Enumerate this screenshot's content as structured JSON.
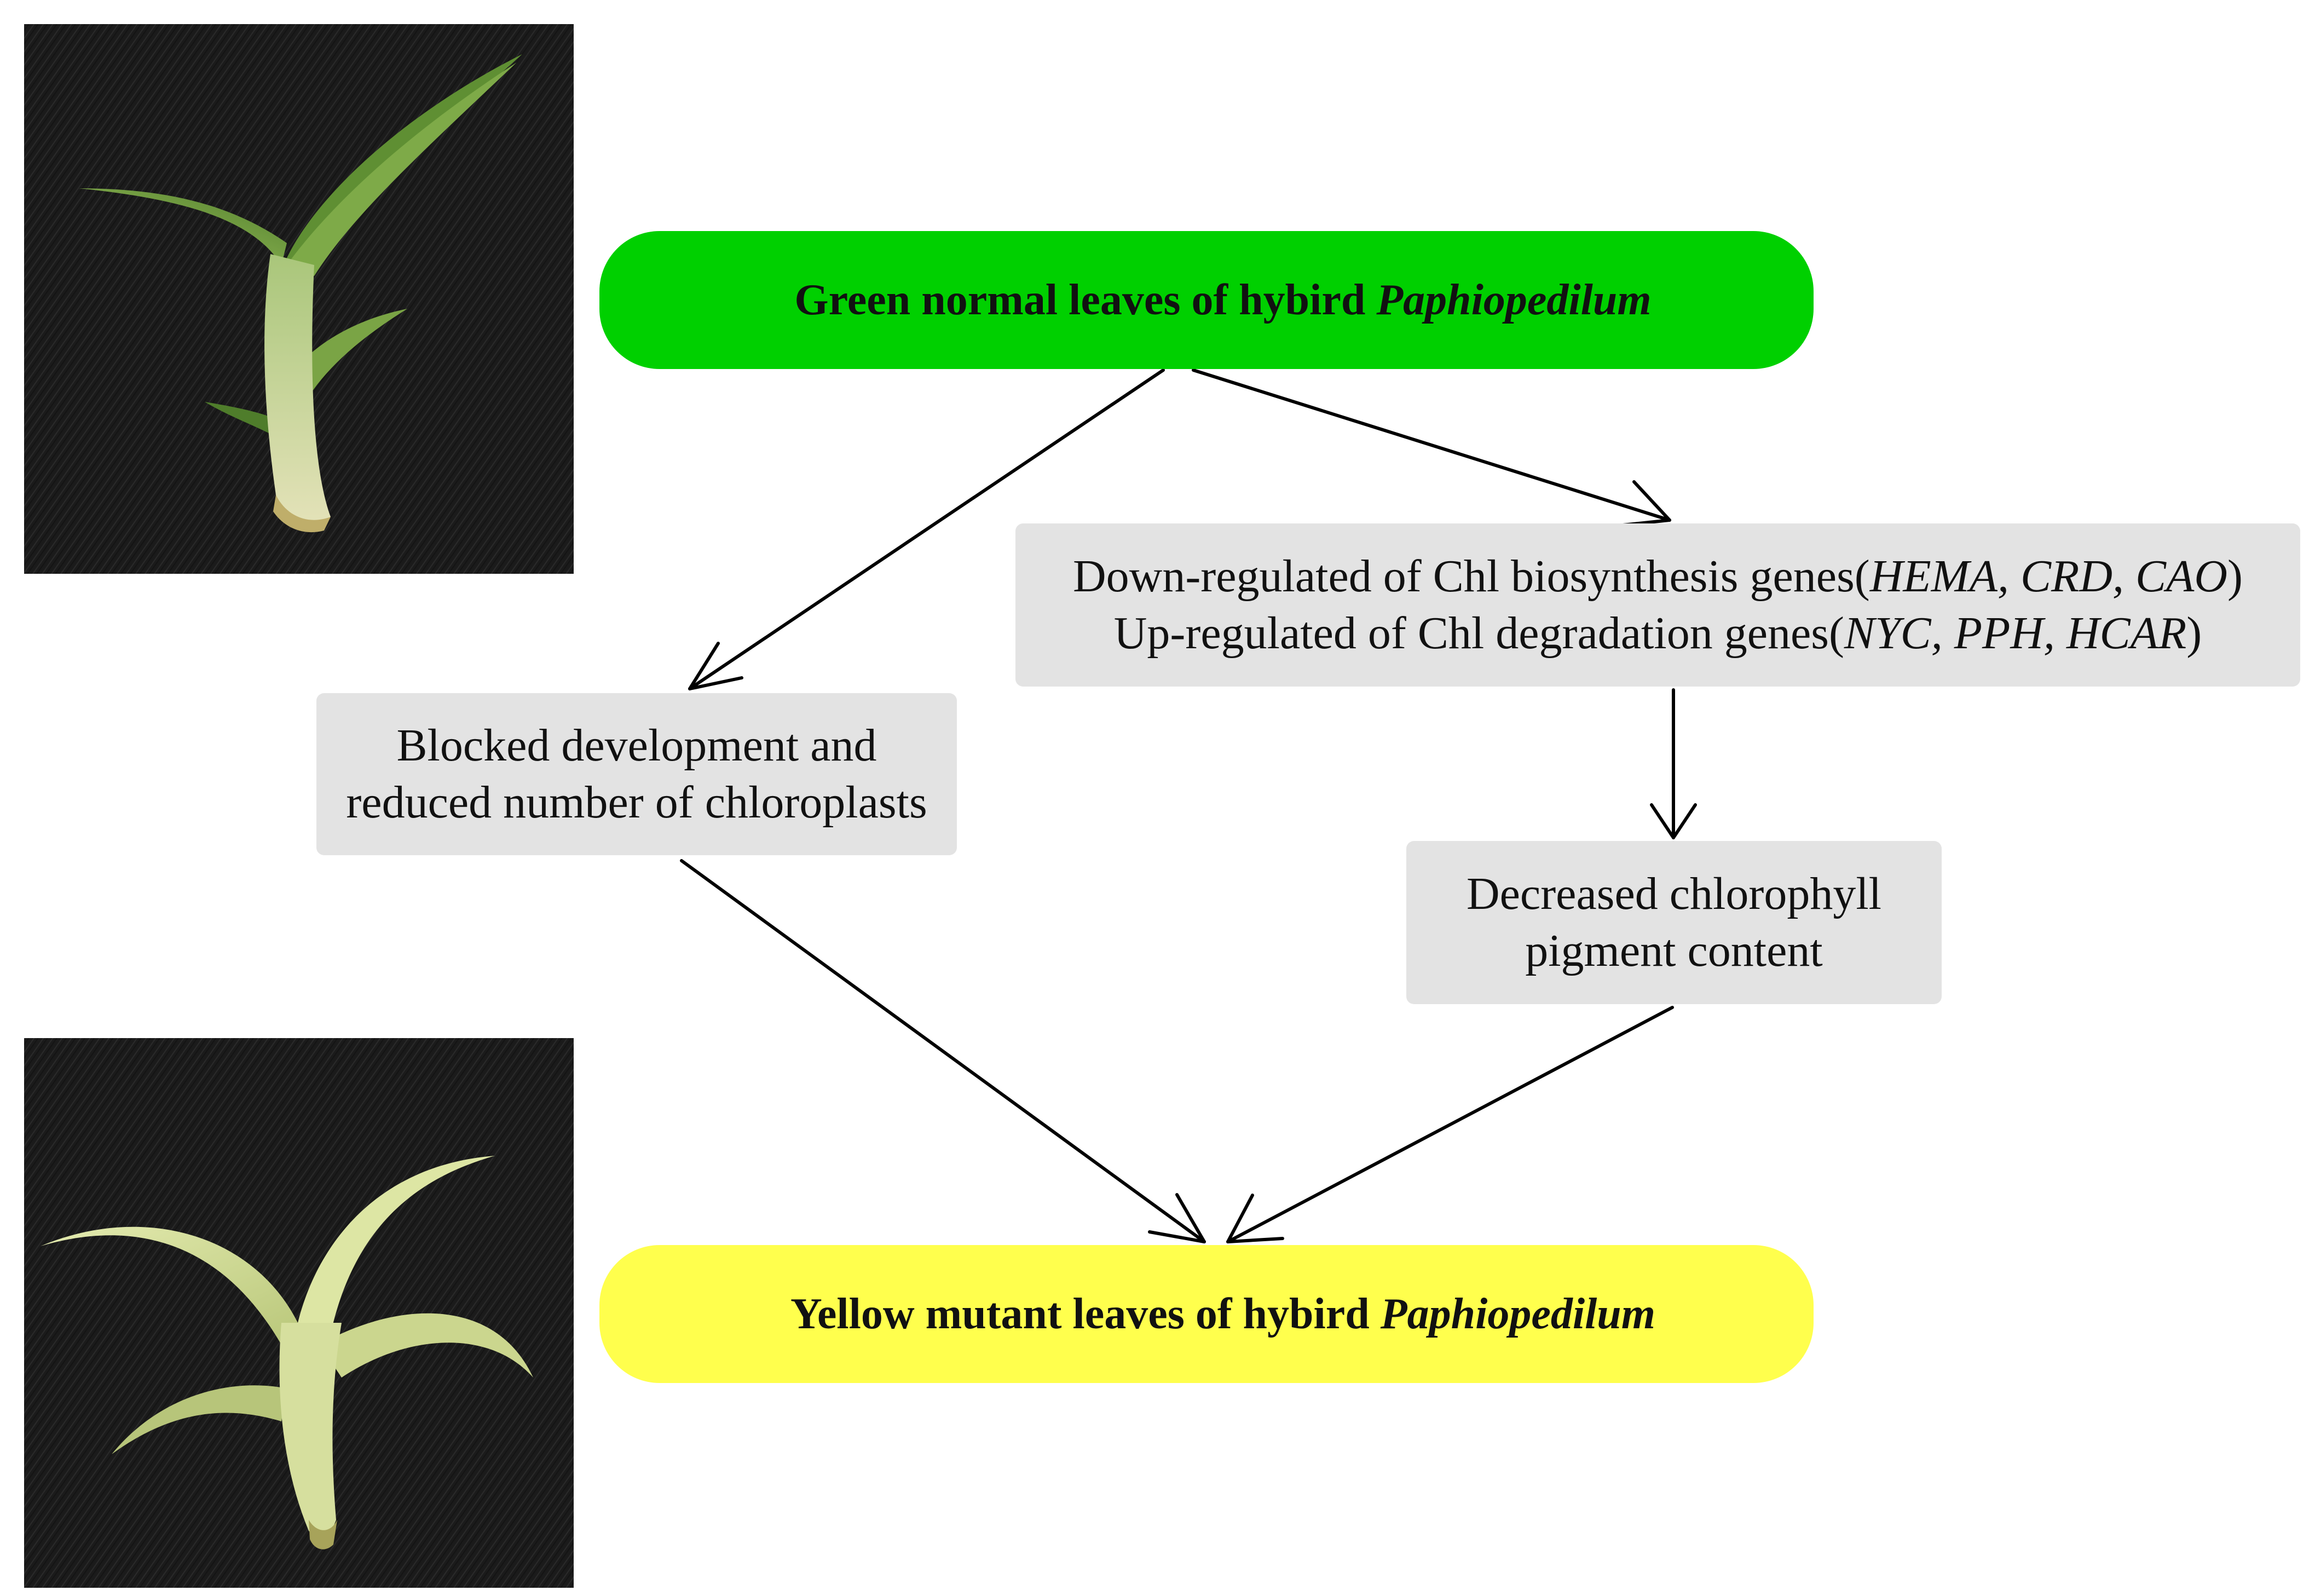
{
  "diagram": {
    "top_node": {
      "label_prefix": "Green normal leaves of hybird ",
      "label_italic": "Paphiopedilum",
      "color": "#00d000"
    },
    "bottom_node": {
      "label_prefix": "Yellow mutant leaves of hybird ",
      "label_italic": "Paphiopedilum",
      "color": "#ffff4d"
    },
    "gene_node": {
      "line1_prefix": "Down-regulated of Chl biosynthesis genes(",
      "line1_italic": "HEMA, CRD, CAO",
      "line1_suffix": ")",
      "line2_prefix": "Up-regulated of Chl degradation genes(",
      "line2_italic": "NYC, PPH, HCAR",
      "line2_suffix": ")"
    },
    "chloroplast_node": {
      "line1": "Blocked development and",
      "line2": "reduced number of chloroplasts"
    },
    "chlorophyll_node": {
      "line1": "Decreased chlorophyll",
      "line2": "pigment content"
    },
    "box_color": "#e3e3e3"
  },
  "photos": {
    "top": {
      "subject": "green leaf seedling"
    },
    "bottom": {
      "subject": "yellow leaf seedling"
    }
  }
}
